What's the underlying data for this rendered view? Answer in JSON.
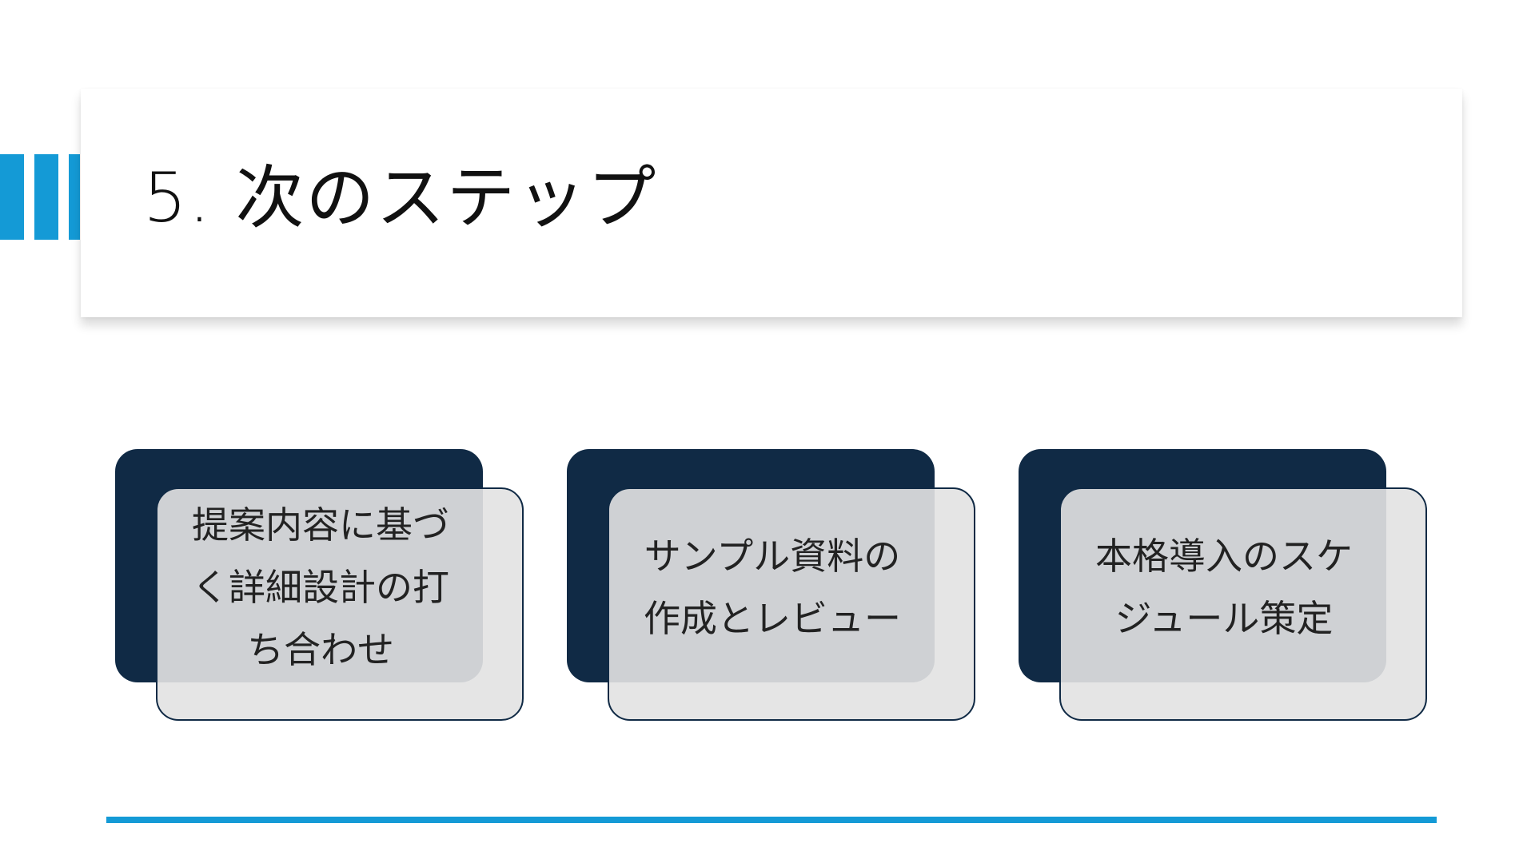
{
  "slide": {
    "title": "5. 次のステップ",
    "accent_color": "#149ad6",
    "card_dark_color": "#102a45",
    "card_light_color": "#e6e6e6"
  },
  "steps": [
    {
      "text": "提案内容に基づ\nく詳細設計の打\nち合わせ"
    },
    {
      "text": "サンプル資料の\n作成とレビュー"
    },
    {
      "text": "本格導入のスケ\nジュール策定"
    }
  ]
}
